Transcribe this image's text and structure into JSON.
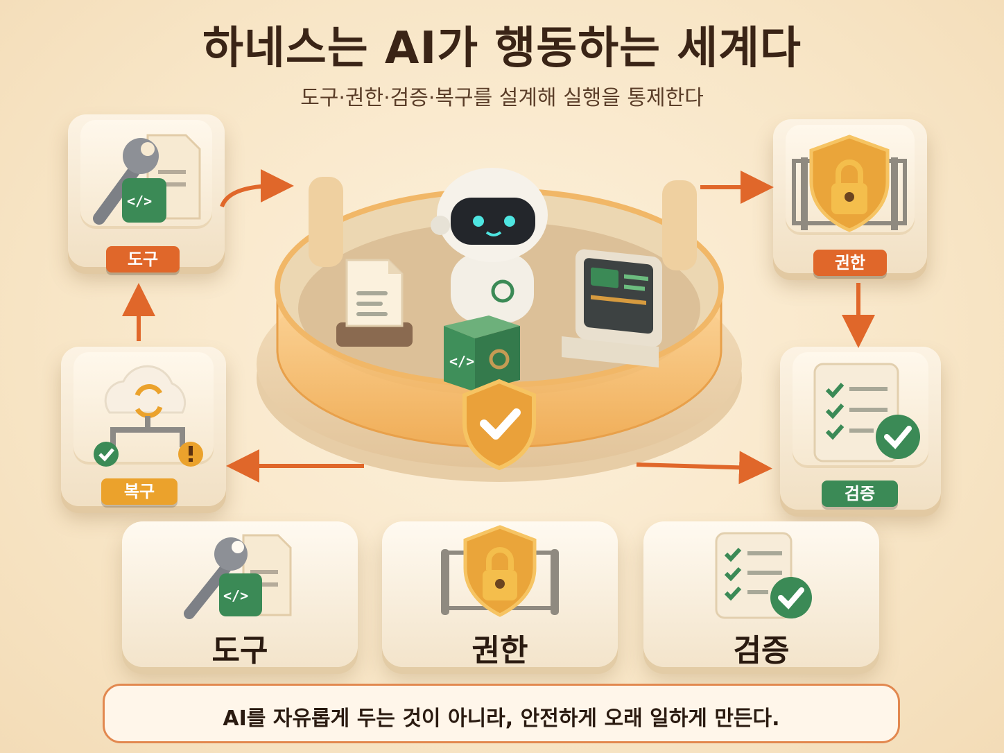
{
  "title": "하네스는 AI가 행동하는 세계다",
  "subtitle": "도구·권한·검증·복구를 설계해 실행을 통제한다",
  "nodes": {
    "tools": "도구",
    "permission": "권한",
    "verification": "검증",
    "recovery": "복구"
  },
  "cards": [
    {
      "label": "도구",
      "icon": "wrench-code-icon"
    },
    {
      "label": "권한",
      "icon": "shield-lock-icon"
    },
    {
      "label": "검증",
      "icon": "checklist-icon"
    }
  ],
  "banner": "AI를 자유롭게 두는 것이 아니라, 안전하게 오래 일하게 만든다.",
  "colors": {
    "orange": "#e0672a",
    "amber": "#eba22c",
    "green": "#3b8a56",
    "text": "#3a2416"
  }
}
